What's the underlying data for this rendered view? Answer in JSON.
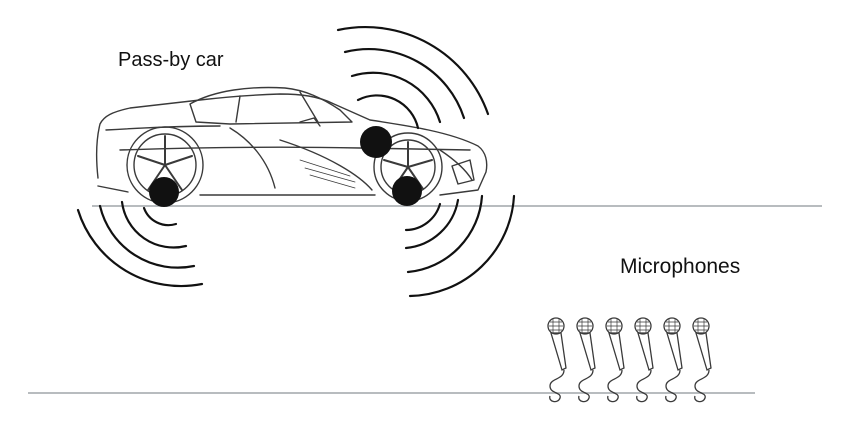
{
  "labels": {
    "car": "Pass-by car",
    "microphones": "Microphones"
  },
  "colors": {
    "background": "#ffffff",
    "line": "#b8bcbf",
    "sketch": "#3a3a3a",
    "source": "#111111",
    "wave": "#111111"
  },
  "microphone_count": 6,
  "noise_source_count": 3,
  "icons": [
    "car-sketch-icon",
    "sound-wave-icon",
    "microphone-icon",
    "noise-source-icon"
  ]
}
